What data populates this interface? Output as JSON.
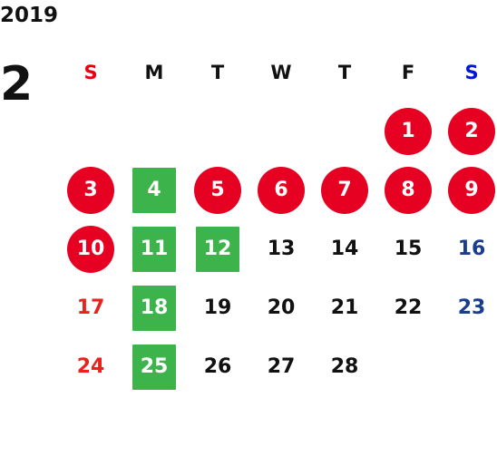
{
  "calendar": {
    "year": "2019",
    "month": "2",
    "weekdays": [
      {
        "label": "S",
        "color": "#e60012"
      },
      {
        "label": "M",
        "color": "#111111"
      },
      {
        "label": "T",
        "color": "#111111"
      },
      {
        "label": "W",
        "color": "#111111"
      },
      {
        "label": "T",
        "color": "#111111"
      },
      {
        "label": "F",
        "color": "#111111"
      },
      {
        "label": "S",
        "color": "#0016d8"
      }
    ],
    "colors": {
      "holiday_circle": "#e60021",
      "highlight_square": "#3cb44b",
      "sunday_text": "#e8231b",
      "saturday_text": "#1a3d8f",
      "weekday_text": "#111111",
      "marked_text": "#ffffff"
    },
    "days": [
      {
        "day": "1",
        "weekday": 5,
        "mark": "circle"
      },
      {
        "day": "2",
        "weekday": 6,
        "mark": "circle"
      },
      {
        "day": "3",
        "weekday": 0,
        "mark": "circle"
      },
      {
        "day": "4",
        "weekday": 1,
        "mark": "square"
      },
      {
        "day": "5",
        "weekday": 2,
        "mark": "circle"
      },
      {
        "day": "6",
        "weekday": 3,
        "mark": "circle"
      },
      {
        "day": "7",
        "weekday": 4,
        "mark": "circle"
      },
      {
        "day": "8",
        "weekday": 5,
        "mark": "circle"
      },
      {
        "day": "9",
        "weekday": 6,
        "mark": "circle"
      },
      {
        "day": "10",
        "weekday": 0,
        "mark": "circle"
      },
      {
        "day": "11",
        "weekday": 1,
        "mark": "square"
      },
      {
        "day": "12",
        "weekday": 2,
        "mark": "square"
      },
      {
        "day": "13",
        "weekday": 3,
        "mark": "none"
      },
      {
        "day": "14",
        "weekday": 4,
        "mark": "none"
      },
      {
        "day": "15",
        "weekday": 5,
        "mark": "none"
      },
      {
        "day": "16",
        "weekday": 6,
        "mark": "none"
      },
      {
        "day": "17",
        "weekday": 0,
        "mark": "none"
      },
      {
        "day": "18",
        "weekday": 1,
        "mark": "square"
      },
      {
        "day": "19",
        "weekday": 2,
        "mark": "none"
      },
      {
        "day": "20",
        "weekday": 3,
        "mark": "none"
      },
      {
        "day": "21",
        "weekday": 4,
        "mark": "none"
      },
      {
        "day": "22",
        "weekday": 5,
        "mark": "none"
      },
      {
        "day": "23",
        "weekday": 6,
        "mark": "none"
      },
      {
        "day": "24",
        "weekday": 0,
        "mark": "none"
      },
      {
        "day": "25",
        "weekday": 1,
        "mark": "square"
      },
      {
        "day": "26",
        "weekday": 2,
        "mark": "none"
      },
      {
        "day": "27",
        "weekday": 3,
        "mark": "none"
      },
      {
        "day": "28",
        "weekday": 4,
        "mark": "none"
      }
    ]
  }
}
